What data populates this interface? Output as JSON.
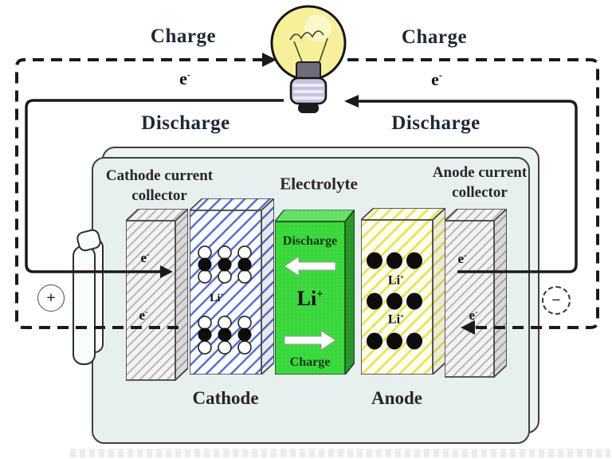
{
  "external_circuit": {
    "charge_left": "Charge",
    "charge_right": "Charge",
    "discharge_left": "Discharge",
    "discharge_right": "Discharge"
  },
  "symbols": {
    "electron": {
      "base": "e",
      "sup": "-"
    },
    "lithium_ion": {
      "base": "Li",
      "sup": "+"
    },
    "positive_terminal": "+",
    "negative_terminal": "−"
  },
  "cell": {
    "cathode_collector_label_1": "Cathode current",
    "cathode_collector_label_2": "collector",
    "electrolyte_label": "Electrolyte",
    "anode_collector_label_1": "Anode current",
    "anode_collector_label_2": "collector",
    "cathode_label": "Cathode",
    "anode_label": "Anode",
    "electrolyte_discharge": "Discharge",
    "electrolyte_charge": "Charge"
  },
  "colors": {
    "electrolyte_green": "#3fdd41",
    "electrolyte_side_green": "#22a826",
    "cathode_hatch_blue": "#4a66cc",
    "anode_hatch_yellow": "#e8e455",
    "collector_hatch_gray": "#b0b0b0",
    "cell_fill": "#e8f0ef",
    "wire_black": "#1a1a1a",
    "bulb_yellow": "#f7f09b",
    "bulb_base_lavender": "#c7c3dc"
  }
}
